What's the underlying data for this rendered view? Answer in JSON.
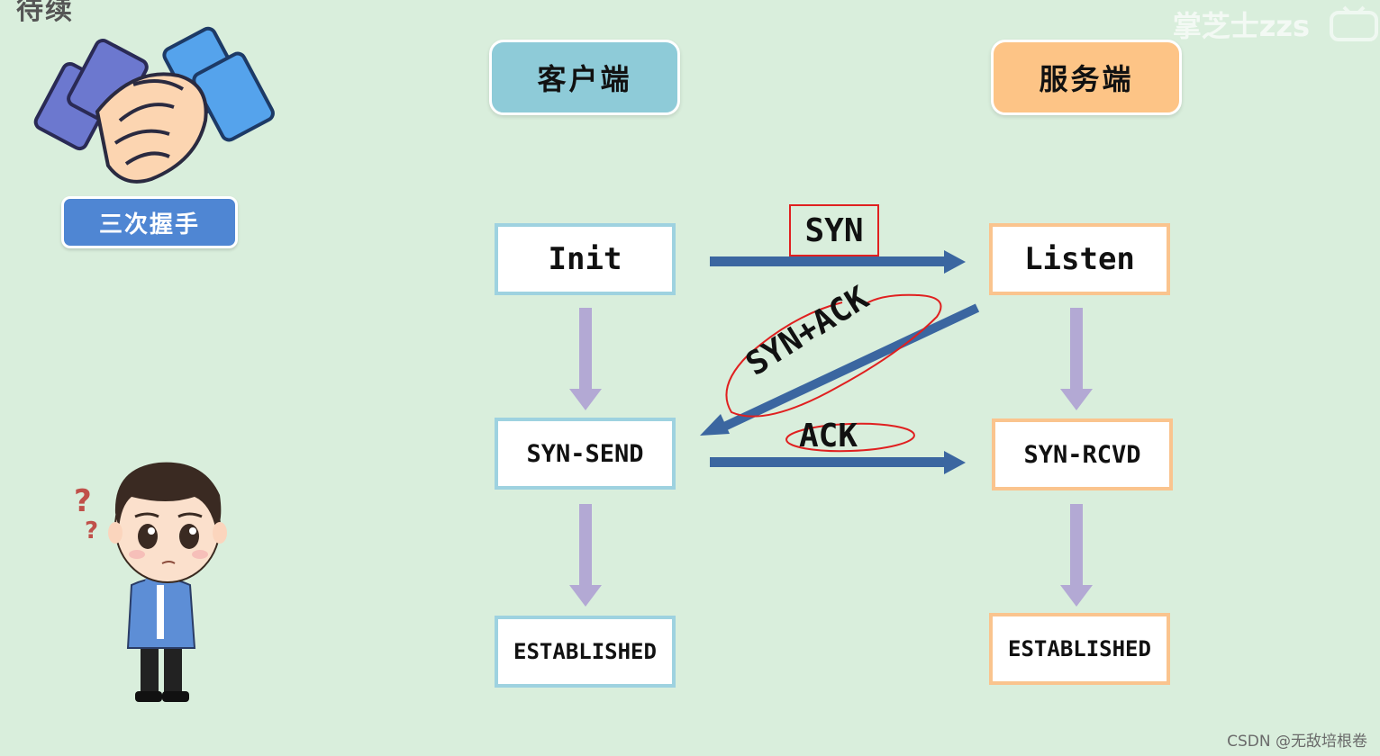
{
  "badge": {
    "label": "三次握手"
  },
  "columns": {
    "client": "客户端",
    "server": "服务端"
  },
  "states": {
    "client": [
      "Init",
      "SYN-SEND",
      "ESTABLISHED"
    ],
    "server": [
      "Listen",
      "SYN-RCVD",
      "ESTABLISHED"
    ]
  },
  "messages": {
    "syn": "SYN",
    "syn_ack": "SYN+ACK",
    "ack": "ACK"
  },
  "watermarks": {
    "top": "掌芝士zzs",
    "bottom": "CSDN @无敌培根卷"
  },
  "colors": {
    "background": "#d9eedc",
    "client_header": "#8ecbd8",
    "server_header": "#fdc486",
    "client_border": "#9ed2e0",
    "server_border": "#fac48e",
    "message_arrow": "#3b66a0",
    "state_arrow": "#b3a9d4",
    "annotation": "#e02020",
    "badge": "#4f86d3"
  },
  "icons": [
    "handshake-icon",
    "thinking-boy-icon",
    "bilibili-logo-icon"
  ]
}
